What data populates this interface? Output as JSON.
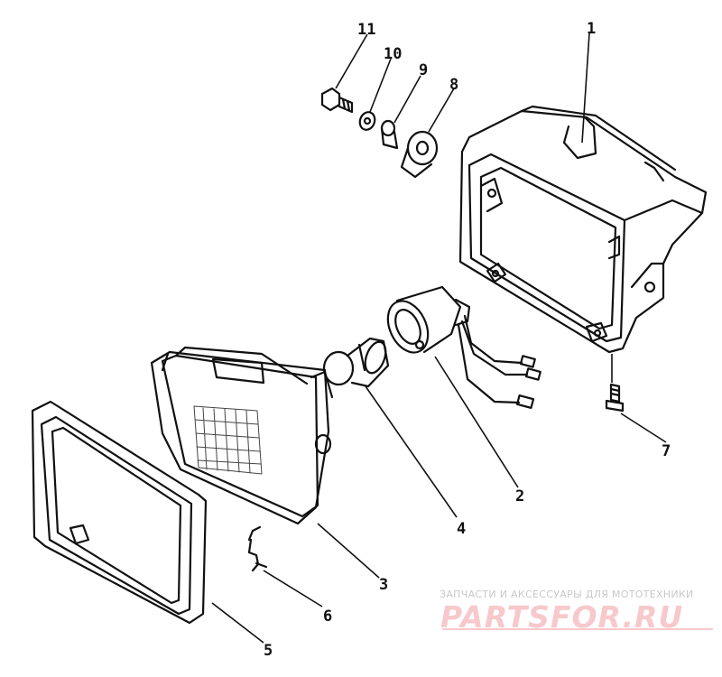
{
  "diagram": {
    "part_numbers": {
      "p1": "1",
      "p2": "2",
      "p3": "3",
      "p4": "4",
      "p5": "5",
      "p6": "6",
      "p7": "7",
      "p8": "8",
      "p9": "9",
      "p10": "10",
      "p11": "11"
    }
  },
  "watermark": {
    "tagline": "ЗАПЧАСТИ И АКСЕССУАРЫ ДЛЯ МОТОТЕХНИКИ",
    "brand": "PARTSFOR.RU",
    "tagline_color": "#c9c9c9",
    "brand_color": "#f7c9cc"
  }
}
